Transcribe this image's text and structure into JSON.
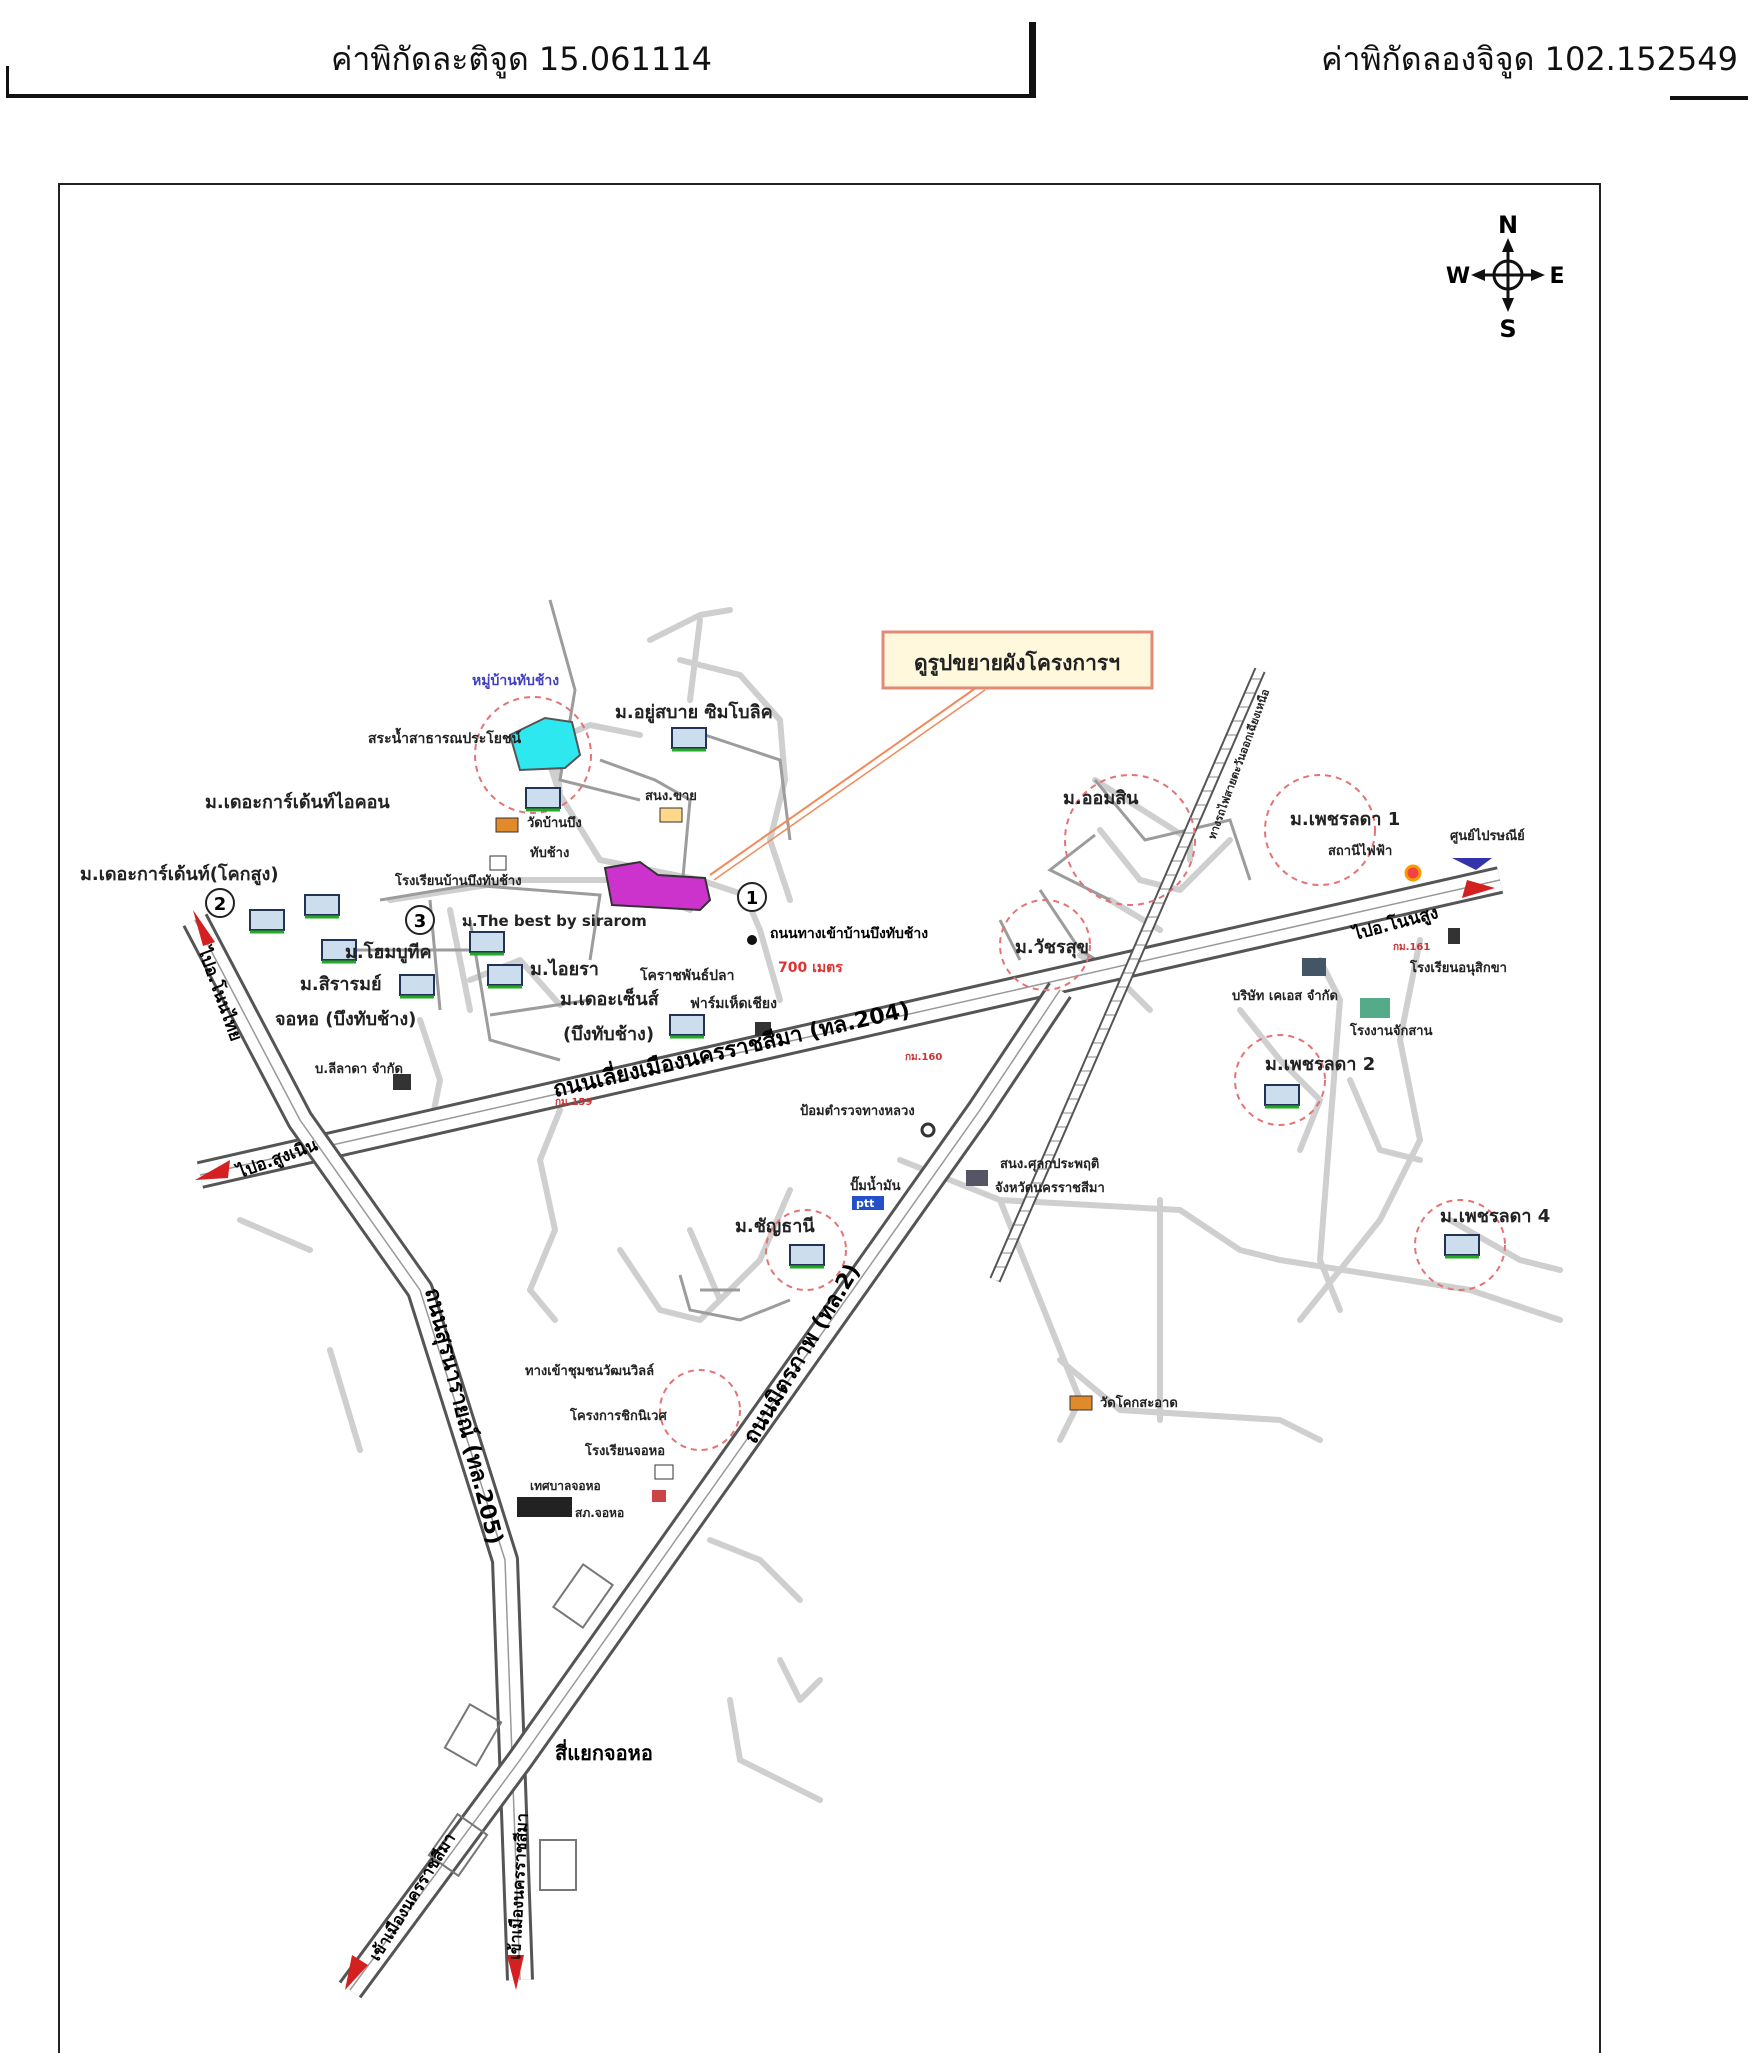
{
  "header": {
    "latitude_label": "ค่าพิกัดละติจูด 15.061114",
    "longitude_label": "ค่าพิกัดลองจิจูด 102.152549"
  },
  "compass": {
    "n": "N",
    "s": "S",
    "e": "E",
    "w": "W"
  },
  "callout": {
    "label": "ดูรูปขยายผังโครงการฯ"
  },
  "roads": {
    "ring_road": "ถนนเลี่ยงเมืองนครราชสีมา (ทล.204)",
    "suranarai": "ถนนสุรนารายณ์ (ทล.205)",
    "mittraphap": "ถนนมิตรภาพ (ทล.2)",
    "access_road": "ถนนทางเข้าบ้านบึงทับช้าง",
    "distance": "700 เมตร",
    "junction": "สี่แยกจอหอ"
  },
  "directions": {
    "to_non_thai": "ไปอ.โนนไทย",
    "to_sung_noen": "ไปอ.สูงเนิน",
    "to_non_sung": "ไปอ.โนนสูง",
    "to_city_1": "เข้าเมืองนครราชสีมา",
    "to_city_2": "เข้าเมืองนครราชสีมา"
  },
  "markers": {
    "m1": "1",
    "m2": "2",
    "m3": "3"
  },
  "places": {
    "ban_thap_chang": "หมู่บ้านทับช้าง",
    "public_pond": "สระน้ำสาธารณประโยชน์",
    "ayu_sabai": "ม.อยู่สบาย ซิมโบลิค",
    "sno_sai": "สนง.ขาย",
    "wat_ban_bueng": "วัดบ้านบึง",
    "wat_ban_bueng_2": "ทับช้าง",
    "school_bueng": "โรงเรียนบ้านบึงทับช้าง",
    "garden_icon": "ม.เดอะการ์เด้นท์ไอคอน",
    "garden_khoksung": "ม.เดอะการ์เด้นท์(โคกสูง)",
    "the_best": "ม.The best by sirarom",
    "home_boutique": "ม.โฮมบูทีค",
    "siraromy": "ม.สิรารมย์",
    "chokho_bueng": "จอหอ (บึงทับช้าง)",
    "ivara": "ม.ไอยรา",
    "the_center": "ม.เดอะเซ็นส์",
    "bueng_thap_chang": "(บึงทับช้าง)",
    "fish_farm": "โคราชพันธ์ปลา",
    "mushroom_farm": "ฟาร์มเห็ดเชียง",
    "company_lalada": "บ.ลีลาดา จำกัด",
    "km_159": "กม.159",
    "km_160": "กม.160",
    "km_161": "กม.161",
    "highway_police": "ป้อมตำรวจทางหลวง",
    "gas_station": "ปั๊มน้ำมัน",
    "ptt": "ptt",
    "dept_office": "สนง.ศุลกประพฤติ",
    "dept_office_2": "จังหวัดนครราชสีมา",
    "chanyathani": "ม.ชัญธานี",
    "chumchon_entrance": "ทางเข้าชุมชนวัฒนวิลล์",
    "project_center": "โครงการชิกนิเวศ",
    "school_chokho": "โรงเรียนจอหอ",
    "municipality": "เทศบาลจอหอ",
    "police_station": "สภ.จอหอ",
    "orm_sin": "ม.ออมสิน",
    "railway": "ทางรถไฟสายตะวันออกเฉียงเหนือ",
    "phetcharat_1": "ม.เพชรลดา 1",
    "phetcharat_2": "ม.เพชรลดา 2",
    "phetcharat_4": "ม.เพชรลดา 4",
    "wachira": "ม.วัชรสุข",
    "electric_station": "สถานีไฟฟ้า",
    "post_center": "ศูนย์ไปรษณีย์",
    "school_nikhom": "โรงเรียนอนุสิกขา",
    "company_kaes": "บริษัท เคเอส จำกัด",
    "factory": "โรงงานจักสาน",
    "wat_khok": "วัดโคกสะอาด"
  }
}
